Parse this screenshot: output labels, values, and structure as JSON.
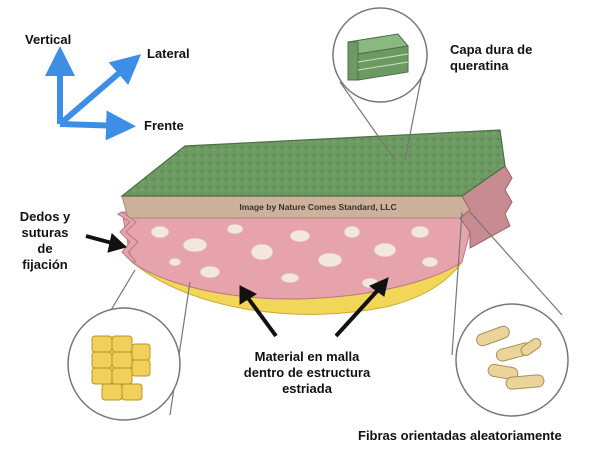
{
  "axes": {
    "vertical": "Vertical",
    "lateral": "Lateral",
    "front": "Frente"
  },
  "labels": {
    "keratin_line1": "Capa dura de",
    "keratin_line2": "queratina",
    "fingers_line1": "Dedos y",
    "fingers_line2": "suturas",
    "fingers_line3": "de",
    "fingers_line4": "fijación",
    "mesh_line1": "Material en malla",
    "mesh_line2": "dentro de estructura",
    "mesh_line3": "estriada",
    "fibers": "Fibras orientadas aleatoriamente"
  },
  "watermark": "Image by Nature Comes Standard, LLC",
  "colors": {
    "axis_arrow": "#3d8fe6",
    "keratin_green": "#6c9a62",
    "foam_pink": "#e7a3ab",
    "suture_tan": "#cdb19b",
    "yellow_layer": "#f2d657",
    "fiber_tube": "#ead49a",
    "pointer_arrow": "#111111"
  },
  "icons": [
    "keratin-stack-icon",
    "aligned-tubes-icon",
    "random-fibers-icon"
  ]
}
